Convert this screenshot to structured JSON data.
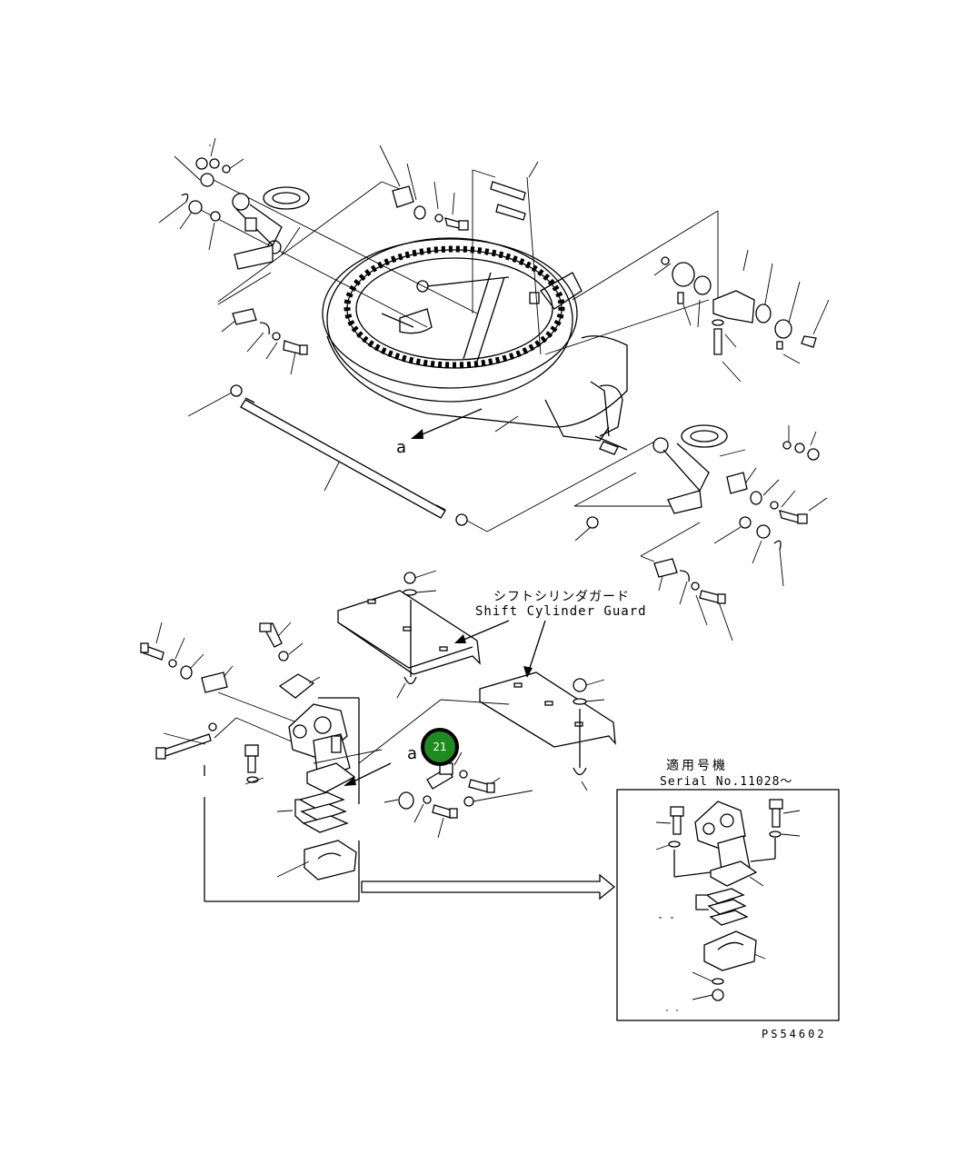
{
  "labels": {
    "guard_jp": "シフトシリンダガード",
    "guard_en": "Shift Cylinder Guard",
    "serial_jp": "適用号機",
    "serial_en": "Serial No.11028～",
    "ref_a_top": "a",
    "ref_a_bottom": "a",
    "drawing_code": "PS54602"
  },
  "callout": {
    "number": "21",
    "fill_color": "#1f8a1f",
    "ring_color": "#000000"
  },
  "icons": {
    "callout": "numbered-circle-callout",
    "arrow": "outline-arrow"
  }
}
